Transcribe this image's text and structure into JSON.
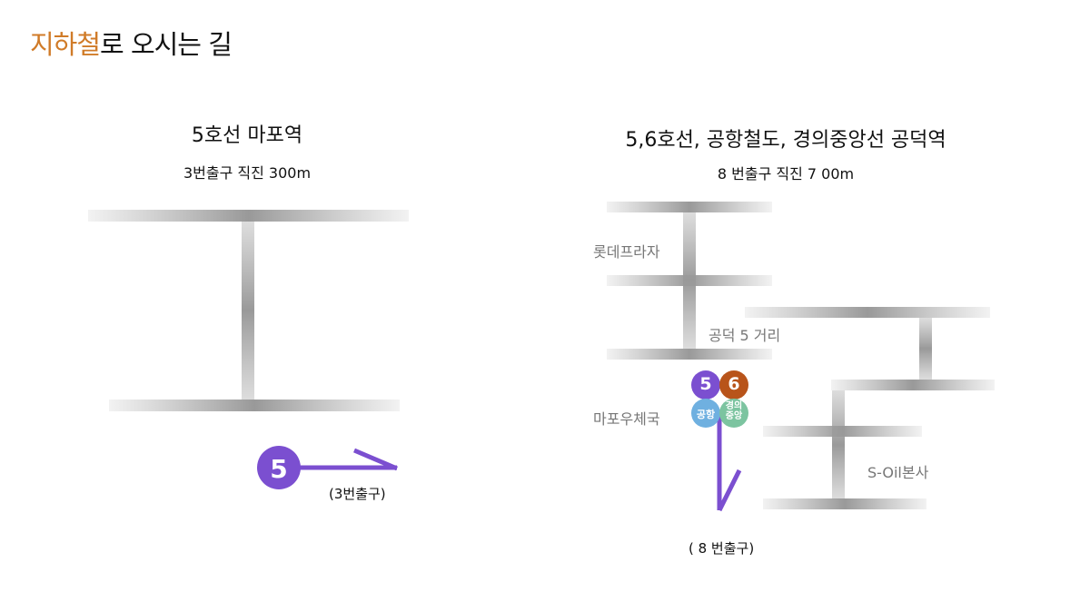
{
  "title": {
    "accent": "지하철",
    "rest": "로 오시는 길"
  },
  "left": {
    "station": "5호선 마포역",
    "direction": "3번출구 직진 300m",
    "line_badge": "5",
    "exit": "(3번출구)"
  },
  "right": {
    "station": "5,6호선, 공항철도, 경의중앙선 공덕역",
    "direction": "8 번출구 직진  7 00m",
    "badges": {
      "line5": "5",
      "line6": "6",
      "airport": "공항",
      "gyeongui1": "경의",
      "gyeongui2": "중앙"
    },
    "landmarks": [
      "롯데프라자",
      "공덕 5 거리",
      "마포우체국",
      "S-Oil본사"
    ],
    "exit": "( 8 번출구)"
  },
  "colors": {
    "accent": "#d07b28",
    "line5": "#7b4fd0",
    "line6": "#b8541a",
    "airport": "#6fb0e0",
    "gyeongui": "#7cc4a0"
  }
}
